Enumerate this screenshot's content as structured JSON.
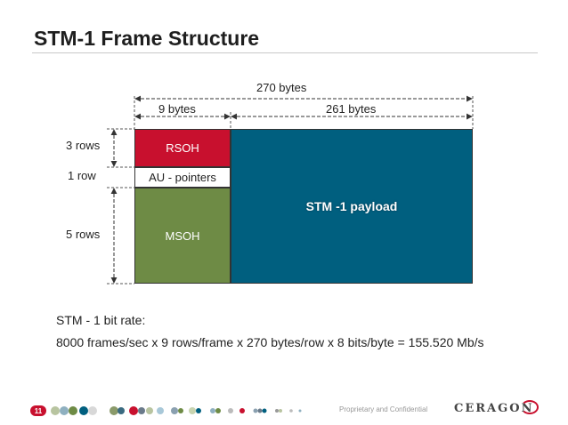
{
  "title": "STM-1 Frame Structure",
  "dimensions": {
    "total_width": "270 bytes",
    "overhead_width": "9 bytes",
    "payload_width": "261 bytes"
  },
  "rows": {
    "rsoh_rows": "3 rows",
    "au_rows": "1 row",
    "msoh_rows": "5 rows"
  },
  "blocks": {
    "rsoh": "RSOH",
    "au_pointers": "AU - pointers",
    "msoh": "MSOH",
    "payload": "STM -1 payload"
  },
  "formula": {
    "heading": "STM - 1 bit rate:",
    "equation": "8000 frames/sec x 9 rows/frame x 270 bytes/row x 8 bits/byte = 155.520 Mb/s"
  },
  "footer": {
    "page_number": "11",
    "confidentiality": "Proprietary and Confidential",
    "logo": "CERAGON"
  },
  "colors": {
    "rsoh": "#c8102e",
    "msoh": "#6e8b45",
    "payload": "#005f7f"
  }
}
